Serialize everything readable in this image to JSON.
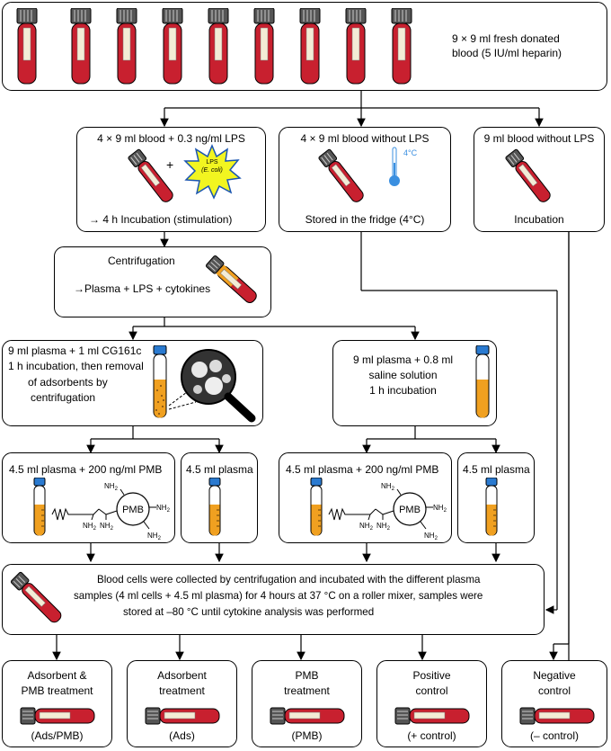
{
  "top": {
    "blood_line1": "9 × 9 ml fresh donated",
    "blood_line2": "blood (5 IU/ml heparin)"
  },
  "lps_box": {
    "title": "4 × 9 ml blood + 0.3 ng/ml LPS",
    "plus": "+",
    "burst_line1": "LPS",
    "burst_line2": "(E. coli)",
    "footer": "→ 4 h Incubation (stimulation)"
  },
  "fridge_box": {
    "title": "4 × 9 ml blood without LPS",
    "temp": "4°C",
    "footer": "Stored in the fridge (4°C)"
  },
  "incub_box": {
    "title": "9 ml blood without LPS",
    "footer": "Incubation"
  },
  "centri_box": {
    "title": "Centrifugation",
    "result": "→Plasma + LPS + cytokines"
  },
  "adsorb_box": {
    "line1": "9 ml plasma + 1 ml CG161c",
    "line2": "1 h incubation, then removal",
    "line3": "of adsorbents by",
    "line4": "centrifugation"
  },
  "saline_box": {
    "line1": "9 ml plasma + 0.8 ml",
    "line2": "saline solution",
    "line3": "1 h incubation"
  },
  "pmb_box_left": {
    "title": "4.5 ml plasma + 200 ng/ml PMB"
  },
  "plasma_box_left": {
    "title": "4.5 ml plasma"
  },
  "pmb_box_right": {
    "title": "4.5 ml plasma + 200 ng/ml PMB"
  },
  "plasma_box_right": {
    "title": "4.5 ml plasma"
  },
  "pmb_molecule": {
    "center": "PMB",
    "nh2": "NH",
    "sub": "2"
  },
  "cells_box": {
    "line1": "Blood cells were collected by centrifugation and incubated with the different plasma",
    "line2": "samples (4 ml cells + 4.5 ml plasma) for 4 hours at 37 °C on a roller mixer, samples were",
    "line3": "stored at –80 °C until cytokine analysis was performed"
  },
  "results": [
    {
      "line1": "Adsorbent &",
      "line2": "PMB treatment",
      "tag": "(Ads/PMB)"
    },
    {
      "line1": "Adsorbent",
      "line2": "treatment",
      "tag": "(Ads)"
    },
    {
      "line1": "PMB",
      "line2": "treatment",
      "tag": "(PMB)"
    },
    {
      "line1": "Positive",
      "line2": "control",
      "tag": "(+ control)"
    },
    {
      "line1": "Negative",
      "line2": "control",
      "tag": "(– control)"
    }
  ],
  "colors": {
    "blood": "#c8202f",
    "plasma": "#f0a020",
    "cap_dark": "#555555",
    "cap_blue": "#2a7ad0",
    "burst_fill": "#f2f520",
    "burst_stroke": "#1a55b0",
    "thermo": "#3a8fe0"
  }
}
